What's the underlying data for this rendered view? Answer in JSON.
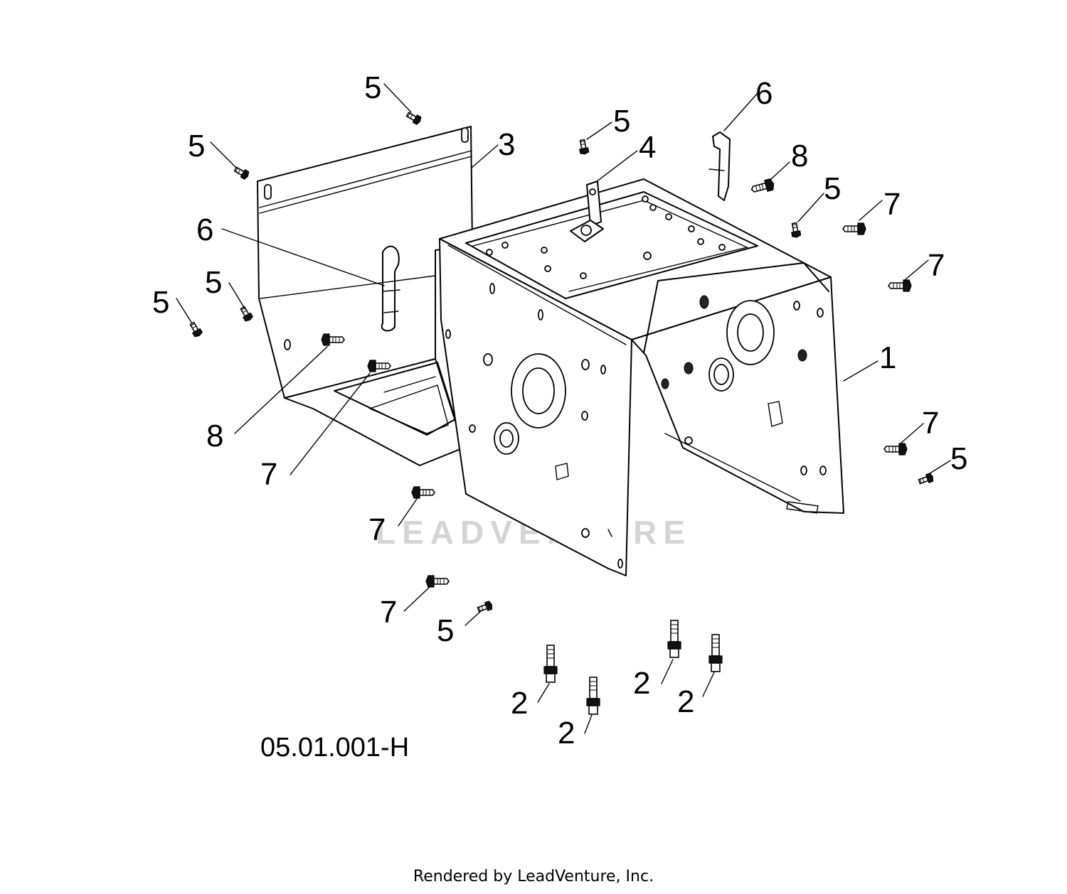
{
  "figure_id": "05.01.001-H",
  "footer": "Rendered by LeadVenture, Inc.",
  "watermark": "LEADVENTURE",
  "callouts": {
    "c1": "1",
    "c2a": "2",
    "c2b": "2",
    "c2c": "2",
    "c2d": "2",
    "c3": "3",
    "c4": "4",
    "c5a": "5",
    "c5b": "5",
    "c5c": "5",
    "c5d": "5",
    "c5e": "5",
    "c5f": "5",
    "c5g": "5",
    "c5h": "5",
    "c6a": "6",
    "c6b": "6",
    "c7a": "7",
    "c7b": "7",
    "c7c": "7",
    "c7d": "7",
    "c7e": "7",
    "c7f": "7",
    "c8a": "8",
    "c8b": "8"
  },
  "colors": {
    "line": "#000000",
    "watermark": "#d4d4d4",
    "background": "#ffffff"
  }
}
